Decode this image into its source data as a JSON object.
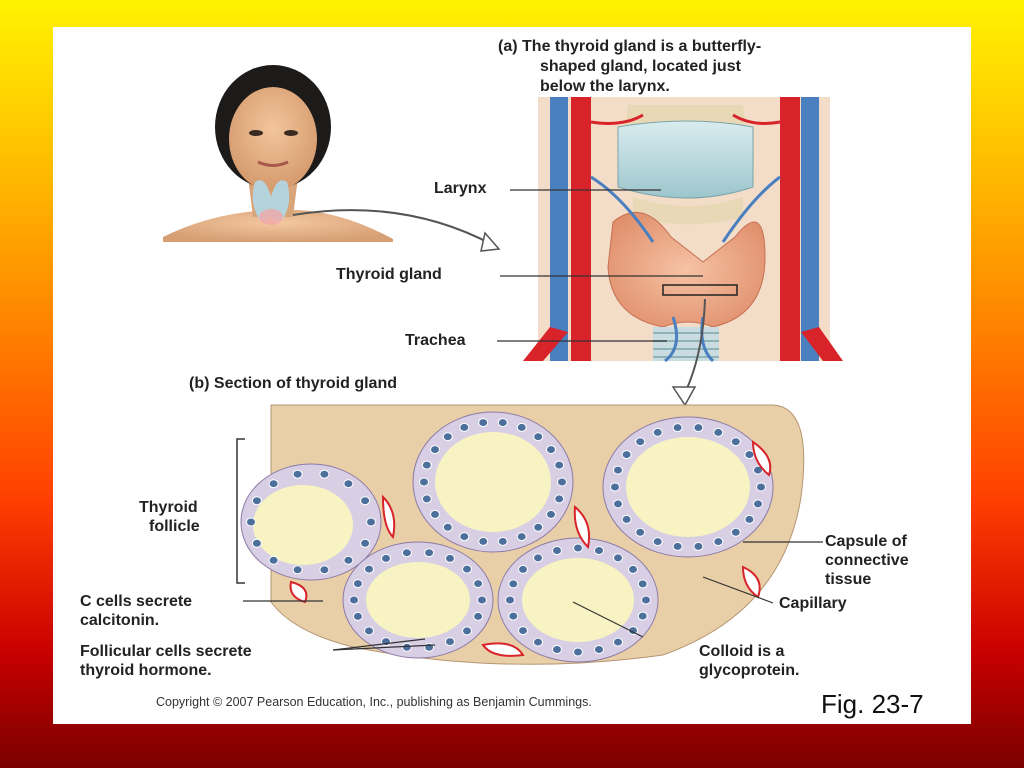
{
  "panel_a": {
    "caption_label": "(a)",
    "caption_lines": [
      "The thyroid gland is a butterfly-",
      "shaped gland, located just",
      "below the larynx."
    ],
    "labels": {
      "larynx": "Larynx",
      "thyroid_gland": "Thyroid gland",
      "trachea": "Trachea"
    }
  },
  "panel_b": {
    "caption_label": "(b)",
    "caption_text": "Section of thyroid gland",
    "labels": {
      "thyroid_follicle": [
        "Thyroid",
        "follicle"
      ],
      "c_cells": [
        "C cells secrete",
        "calcitonin."
      ],
      "follicular_cells": [
        "Follicular cells secrete",
        "thyroid hormone."
      ],
      "capsule": [
        "Capsule of",
        "connective",
        "tissue"
      ],
      "capillary": "Capillary",
      "colloid": [
        "Colloid is a",
        "glycoprotein."
      ]
    }
  },
  "footer": {
    "copyright": "Copyright © 2007 Pearson Education, Inc., publishing as Benjamin Cummings.",
    "figure_number": "Fig. 23-7"
  },
  "colors": {
    "slide_gradient_top": "#fff200",
    "slide_gradient_bottom": "#7a0000",
    "vessel_red": "#d8232a",
    "vessel_blue": "#4a7fc0",
    "colloid": "#f8f3c2",
    "cell_fill": "#d9cfe4",
    "nucleus": "#4d6f9c",
    "connective_tissue": "#e8cfa7"
  }
}
